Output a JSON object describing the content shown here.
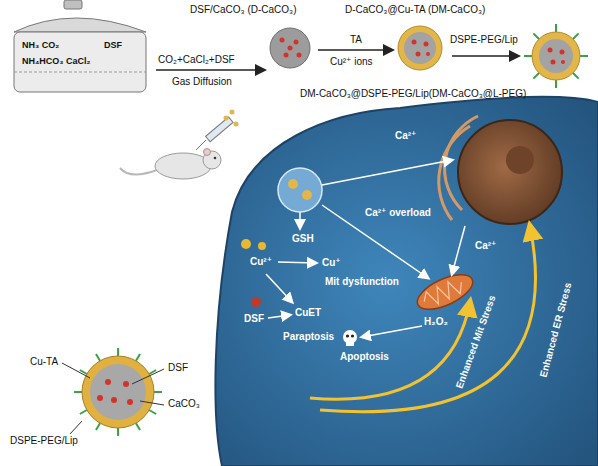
{
  "diagram": {
    "labels": [
      "DSF/CaCO₃ (D-CaCO₃)",
      "D-CaCO₃@Cu-TA (DM-CaCO₃)",
      "NH₃ CO₂",
      "DSF",
      "NH₄HCO₃ CaCl₂",
      "CO₂+CaCl₂+DSF",
      "TA",
      "DSPE-PEG/Lip",
      "Gas Diffusion",
      "Cu²⁺ ions",
      "DM-CaCO₃@DSPE-PEG/Lip(DM-CaCO₃@L-PEG)",
      "Ca²⁺",
      "Ca²⁺ overload",
      "GSH",
      "Ca²⁺",
      "Cu²⁺",
      "Cu⁺",
      "Mit dysfunction",
      "Cu-TA",
      "DSF",
      "CuET",
      "H₂O₂",
      "Paraptosis",
      "Apoptosis",
      "Enhanced Mit Stress",
      "Enhanced ER Stress",
      "CaCO₃",
      "DSPE-PEG/Lip",
      "DSF"
    ]
  }
}
